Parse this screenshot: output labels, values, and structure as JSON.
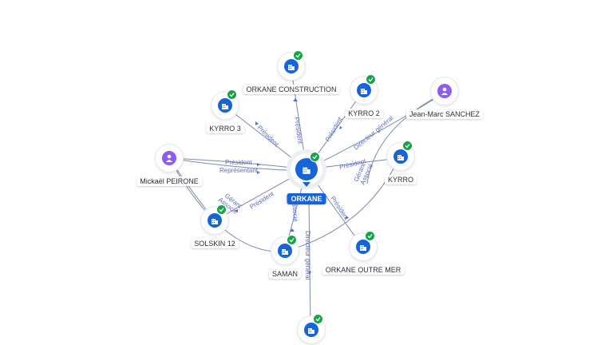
{
  "colors": {
    "company": "#1664d9",
    "person": "#8d5cf0",
    "verified": "#16a34a",
    "edge_label": "#5a6cc2",
    "edge": "#7a8aa8"
  },
  "center": {
    "label": "ORKANE",
    "icon": "building-icon",
    "verified": true
  },
  "nodes": [
    {
      "id": "orkane-construction",
      "label": "ORKANE CONSTRUCTION",
      "kind": "company",
      "verified": true
    },
    {
      "id": "kyrro-2",
      "label": "KYRRO 2",
      "kind": "company",
      "verified": true
    },
    {
      "id": "kyrro-3",
      "label": "KYRRO 3",
      "kind": "company",
      "verified": true
    },
    {
      "id": "jean-marc-sanchez",
      "label": "Jean-Marc SANCHEZ",
      "kind": "person",
      "verified": false
    },
    {
      "id": "mickael-peirone",
      "label": "Mickaël PEIRONE",
      "kind": "person",
      "verified": false
    },
    {
      "id": "kyrro",
      "label": "KYRRO",
      "kind": "company",
      "verified": true
    },
    {
      "id": "solskin-12",
      "label": "SOLSKIN 12",
      "kind": "company",
      "verified": true
    },
    {
      "id": "saman",
      "label": "SAMAN",
      "kind": "company",
      "verified": true
    },
    {
      "id": "orkane-outre-mer",
      "label": "ORKANE OUTRE MER",
      "kind": "company",
      "verified": true
    },
    {
      "id": "bottom-company",
      "label": "",
      "kind": "company",
      "verified": true
    }
  ],
  "edges": [
    {
      "id": "e-construction",
      "label": "Président"
    },
    {
      "id": "e-kyrro2",
      "label": "Président"
    },
    {
      "id": "e-kyrro3",
      "label": "Président"
    },
    {
      "id": "e-jms",
      "label": "Directeur général"
    },
    {
      "id": "e-mickael-1",
      "label": "Président"
    },
    {
      "id": "e-mickael-2",
      "label": "Représentant"
    },
    {
      "id": "e-kyrro",
      "label": "Président"
    },
    {
      "id": "e-solskin",
      "label": "Président"
    },
    {
      "id": "e-mickael-solskin-1",
      "label": "Gérant"
    },
    {
      "id": "e-mickael-solskin-2",
      "label": "Associé"
    },
    {
      "id": "e-saman",
      "label": "Associé"
    },
    {
      "id": "e-outremer",
      "label": "Président"
    },
    {
      "id": "e-bottom",
      "label": "Directeur général"
    },
    {
      "id": "e-saman-kyrro-1",
      "label": "Gérant"
    },
    {
      "id": "e-saman-kyrro-2",
      "label": "Associé"
    }
  ]
}
